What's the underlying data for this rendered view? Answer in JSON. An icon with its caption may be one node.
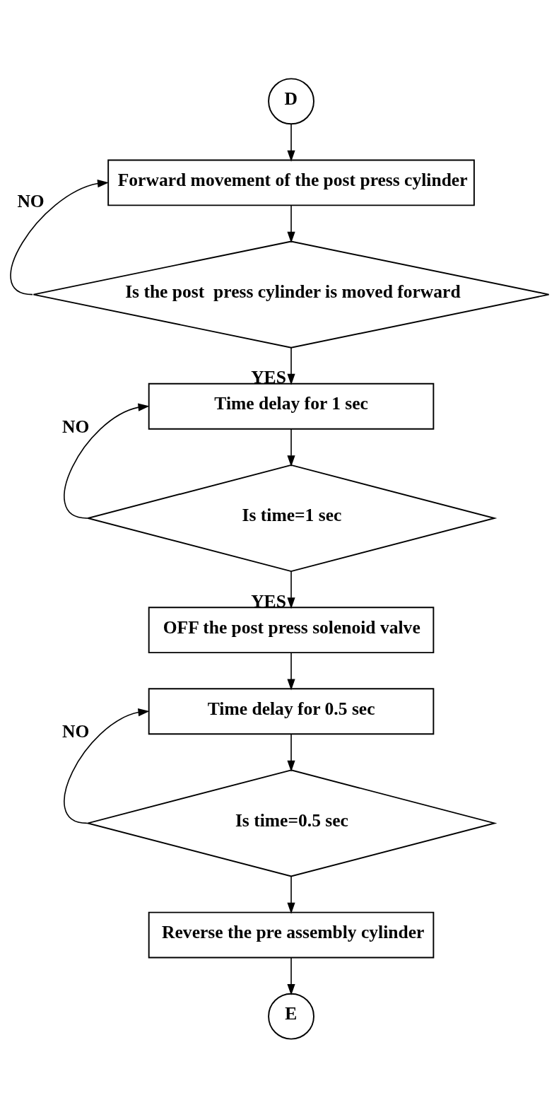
{
  "diagram": {
    "nodes": [
      {
        "text": [
          "D"
        ]
      },
      {
        "text": [
          "Forward movement of the post press cylinder"
        ]
      },
      {
        "text": [
          "Is the post  press cylinder is moved forward"
        ]
      },
      {
        "text": [
          "Time delay for 1 sec"
        ]
      },
      {
        "text": [
          "Is time=1 sec"
        ]
      },
      {
        "text": [
          "OFF the post press solenoid valve"
        ]
      },
      {
        "text": [
          "Time delay for 0.5 sec"
        ]
      },
      {
        "text": [
          "Is time=0.5 sec"
        ]
      },
      {
        "text": [
          "Reverse the pre assembly cylinder"
        ]
      },
      {
        "text": [
          "E"
        ]
      }
    ],
    "edges": [
      {
        "from": 0,
        "to": 1,
        "arrow": "to"
      },
      {
        "from": 1,
        "to": 2,
        "arrow": "to"
      },
      {
        "from": 2,
        "to": 1,
        "arrow": "to",
        "label": "NO"
      },
      {
        "from": 2,
        "to": 3,
        "arrow": "to",
        "label": "YES"
      },
      {
        "from": 3,
        "to": 4,
        "arrow": "to"
      },
      {
        "from": 4,
        "to": 3,
        "arrow": "to",
        "label": "NO"
      },
      {
        "from": 4,
        "to": 5,
        "arrow": "to",
        "label": "YES"
      },
      {
        "from": 5,
        "to": 6,
        "arrow": "to"
      },
      {
        "from": 6,
        "to": 7,
        "arrow": "to"
      },
      {
        "from": 7,
        "to": 6,
        "arrow": "to",
        "label": "NO"
      },
      {
        "from": 7,
        "to": 8,
        "arrow": "to"
      },
      {
        "from": 8,
        "to": 9,
        "arrow": "to"
      }
    ]
  }
}
